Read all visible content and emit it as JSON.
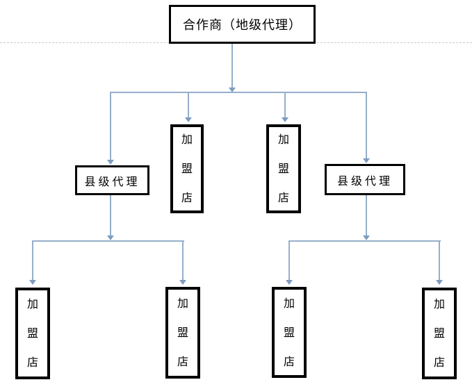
{
  "page": {
    "background": "#ffffff",
    "divider_style": "dashed"
  },
  "colors": {
    "connector": "#95aecb",
    "arrowhead": "#7e9cbf",
    "box_border": "#000000",
    "divider": "#c9c9c9",
    "text": "#000000"
  },
  "diagram": {
    "type": "org-chart",
    "root": {
      "label": "合作商（地级代理）"
    },
    "level2": [
      {
        "label": "县级代理"
      },
      {
        "label": "加盟店"
      },
      {
        "label": "加盟店"
      },
      {
        "label": "县级代理"
      }
    ],
    "level3": [
      {
        "label": "加盟店"
      },
      {
        "label": "加盟店"
      },
      {
        "label": "加盟店"
      },
      {
        "label": "加盟店"
      }
    ]
  }
}
